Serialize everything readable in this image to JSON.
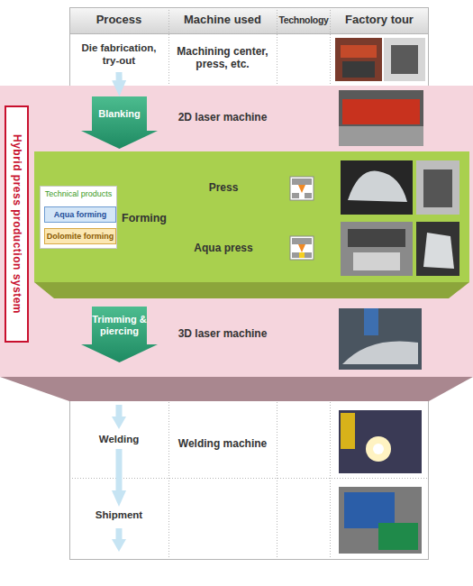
{
  "diagram": {
    "nodes": [
      {
        "text": [
          "Die fabrication, try-out"
        ]
      },
      {
        "text": [
          "Hybrid press production system"
        ]
      },
      {
        "text": [
          "Blanking"
        ],
        "in": 1
      },
      {
        "text": [
          "Forming"
        ],
        "in": 1
      },
      {
        "text": [
          "Technical products"
        ],
        "in": 3
      },
      {
        "text": [
          "Aqua forming"
        ],
        "in": 4
      },
      {
        "text": [
          "Dolomite forming"
        ],
        "in": 4
      },
      {
        "text": [
          "Trimming & piercing"
        ],
        "in": 1
      },
      {
        "text": [
          "Welding"
        ]
      },
      {
        "text": [
          "Shipment"
        ]
      }
    ],
    "edges": [
      {
        "from": 0,
        "to": 2,
        "arrow": "to"
      },
      {
        "from": 8,
        "to": 9,
        "arrow": "to"
      }
    ],
    "labels": [
      "Process",
      "Machine used",
      "Technology",
      "Factory tour",
      "Machining center, press, etc.",
      "2D laser machine",
      "Press",
      "Aqua press",
      "3D laser machine",
      "Welding machine"
    ]
  }
}
